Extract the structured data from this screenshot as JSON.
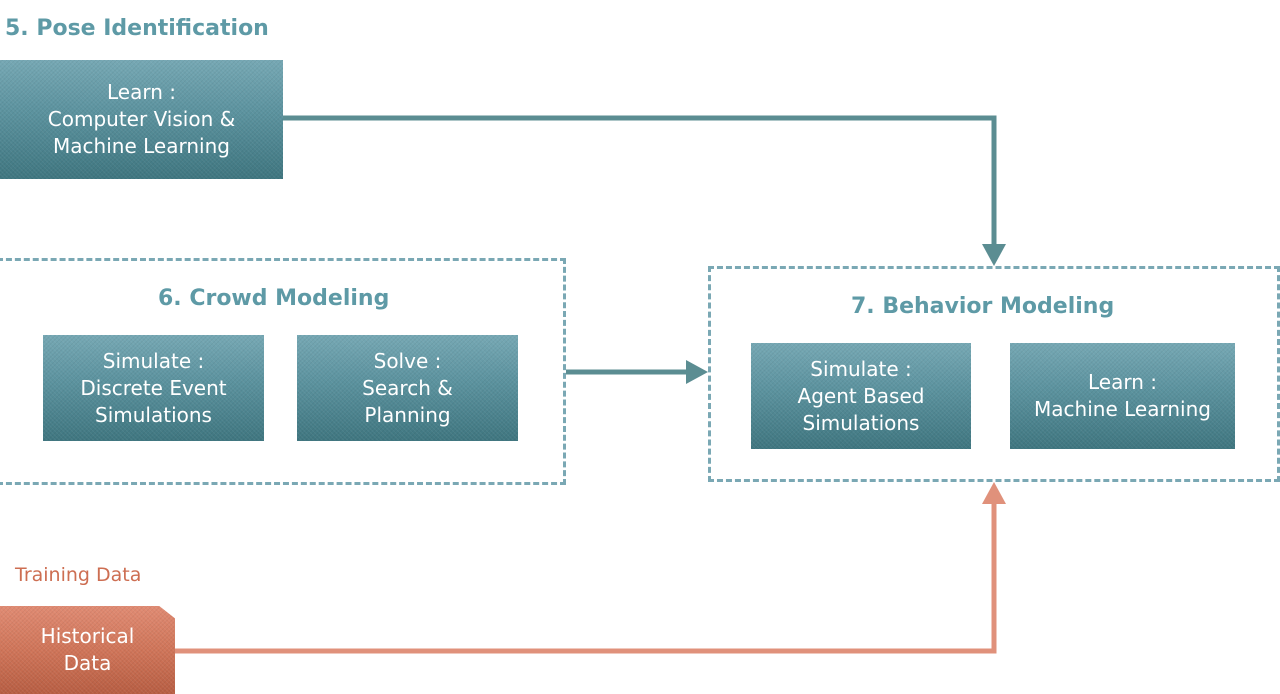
{
  "colors": {
    "teal": "#5e9aa6",
    "teal_arrow": "#5b8d92",
    "orange": "#e0917b"
  },
  "sections": {
    "pose": {
      "title": "5. Pose Identification",
      "box": {
        "line1": "Learn :",
        "line2": "Computer Vision &",
        "line3": "Machine Learning"
      }
    },
    "crowd": {
      "title": "6. Crowd Modeling",
      "simulate": {
        "line1": "Simulate :",
        "line2": "Discrete Event",
        "line3": "Simulations"
      },
      "solve": {
        "line1": "Solve :",
        "line2": "Search &",
        "line3": "Planning"
      }
    },
    "behavior": {
      "title": "7. Behavior Modeling",
      "simulate": {
        "line1": "Simulate :",
        "line2": "Agent Based",
        "line3": "Simulations"
      },
      "learn": {
        "line1": "Learn :",
        "line2": "Machine Learning"
      }
    },
    "training": {
      "label": "Training Data",
      "box": {
        "line1": "Historical",
        "line2": "Data"
      }
    }
  }
}
